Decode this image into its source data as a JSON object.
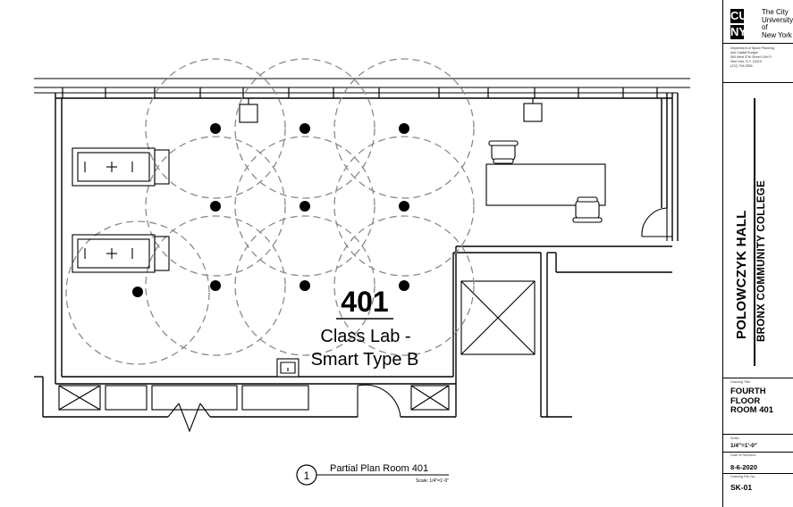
{
  "room": {
    "number": "401",
    "name_line1": "Class Lab -",
    "name_line2": "Smart Type B"
  },
  "callout": {
    "marker": "1",
    "title": "Partial Plan Room 401",
    "scale": "Scale: 1/4\"=1'-0\""
  },
  "title_block": {
    "logo_letters": [
      "CU",
      "NY"
    ],
    "university": [
      "The City",
      "University",
      "of",
      "New York"
    ],
    "department": [
      "Department of Space Planning",
      "and Capital Budget",
      "555 West 57th Street 10th Fl.",
      "New York, N.Y. 10019",
      "(212) 794-5555"
    ],
    "building": "POLOWCZYK HALL",
    "college": "BRONX COMMUNITY COLLEGE",
    "drawing_title_label": "Drawing Title:",
    "drawing_title": [
      "FOURTH",
      "FLOOR",
      "ROOM 401"
    ],
    "scale_label": "Scale:",
    "scale_value": "1/4\"=1'-0\"",
    "date_label": "Date of Revision:",
    "date_value": "8-6-2020",
    "file_label": "Drawing File No.",
    "file_value": "SK-01"
  },
  "colors": {
    "line": "#000000",
    "coverage": "#8a8a8a"
  }
}
